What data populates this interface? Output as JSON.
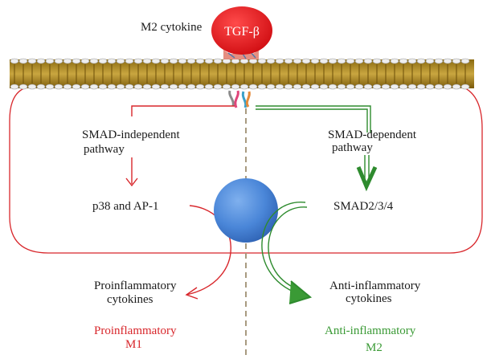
{
  "ligand": {
    "caption": "M2 cytokine",
    "name": "TGF-β"
  },
  "left_branch": {
    "pathway_line1": "SMAD-independent",
    "pathway_line2": "pathway",
    "effector": "p38 and AP-1",
    "output_line1": "Proinflammatory",
    "output_line2": "cytokines",
    "phenotype_line1": "Proinflammatory",
    "phenotype_line2": "M1",
    "color": "#d8262b"
  },
  "right_branch": {
    "pathway_line1": "SMAD-dependent",
    "pathway_line2": "pathway",
    "effector": "SMAD2/3/4",
    "output_line1": "Anti-inflammatory",
    "output_line2": "cytokines",
    "phenotype_line1": "Anti-inflammatory",
    "phenotype_line2": "M2",
    "color": "#2e8b2e"
  },
  "colors": {
    "ligand_fill": "#e8151b",
    "nucleus_fill": "#4a86d8",
    "cell_outline": "#d8262b",
    "membrane_gold": "#b8962e",
    "divider": "#a89a80"
  }
}
